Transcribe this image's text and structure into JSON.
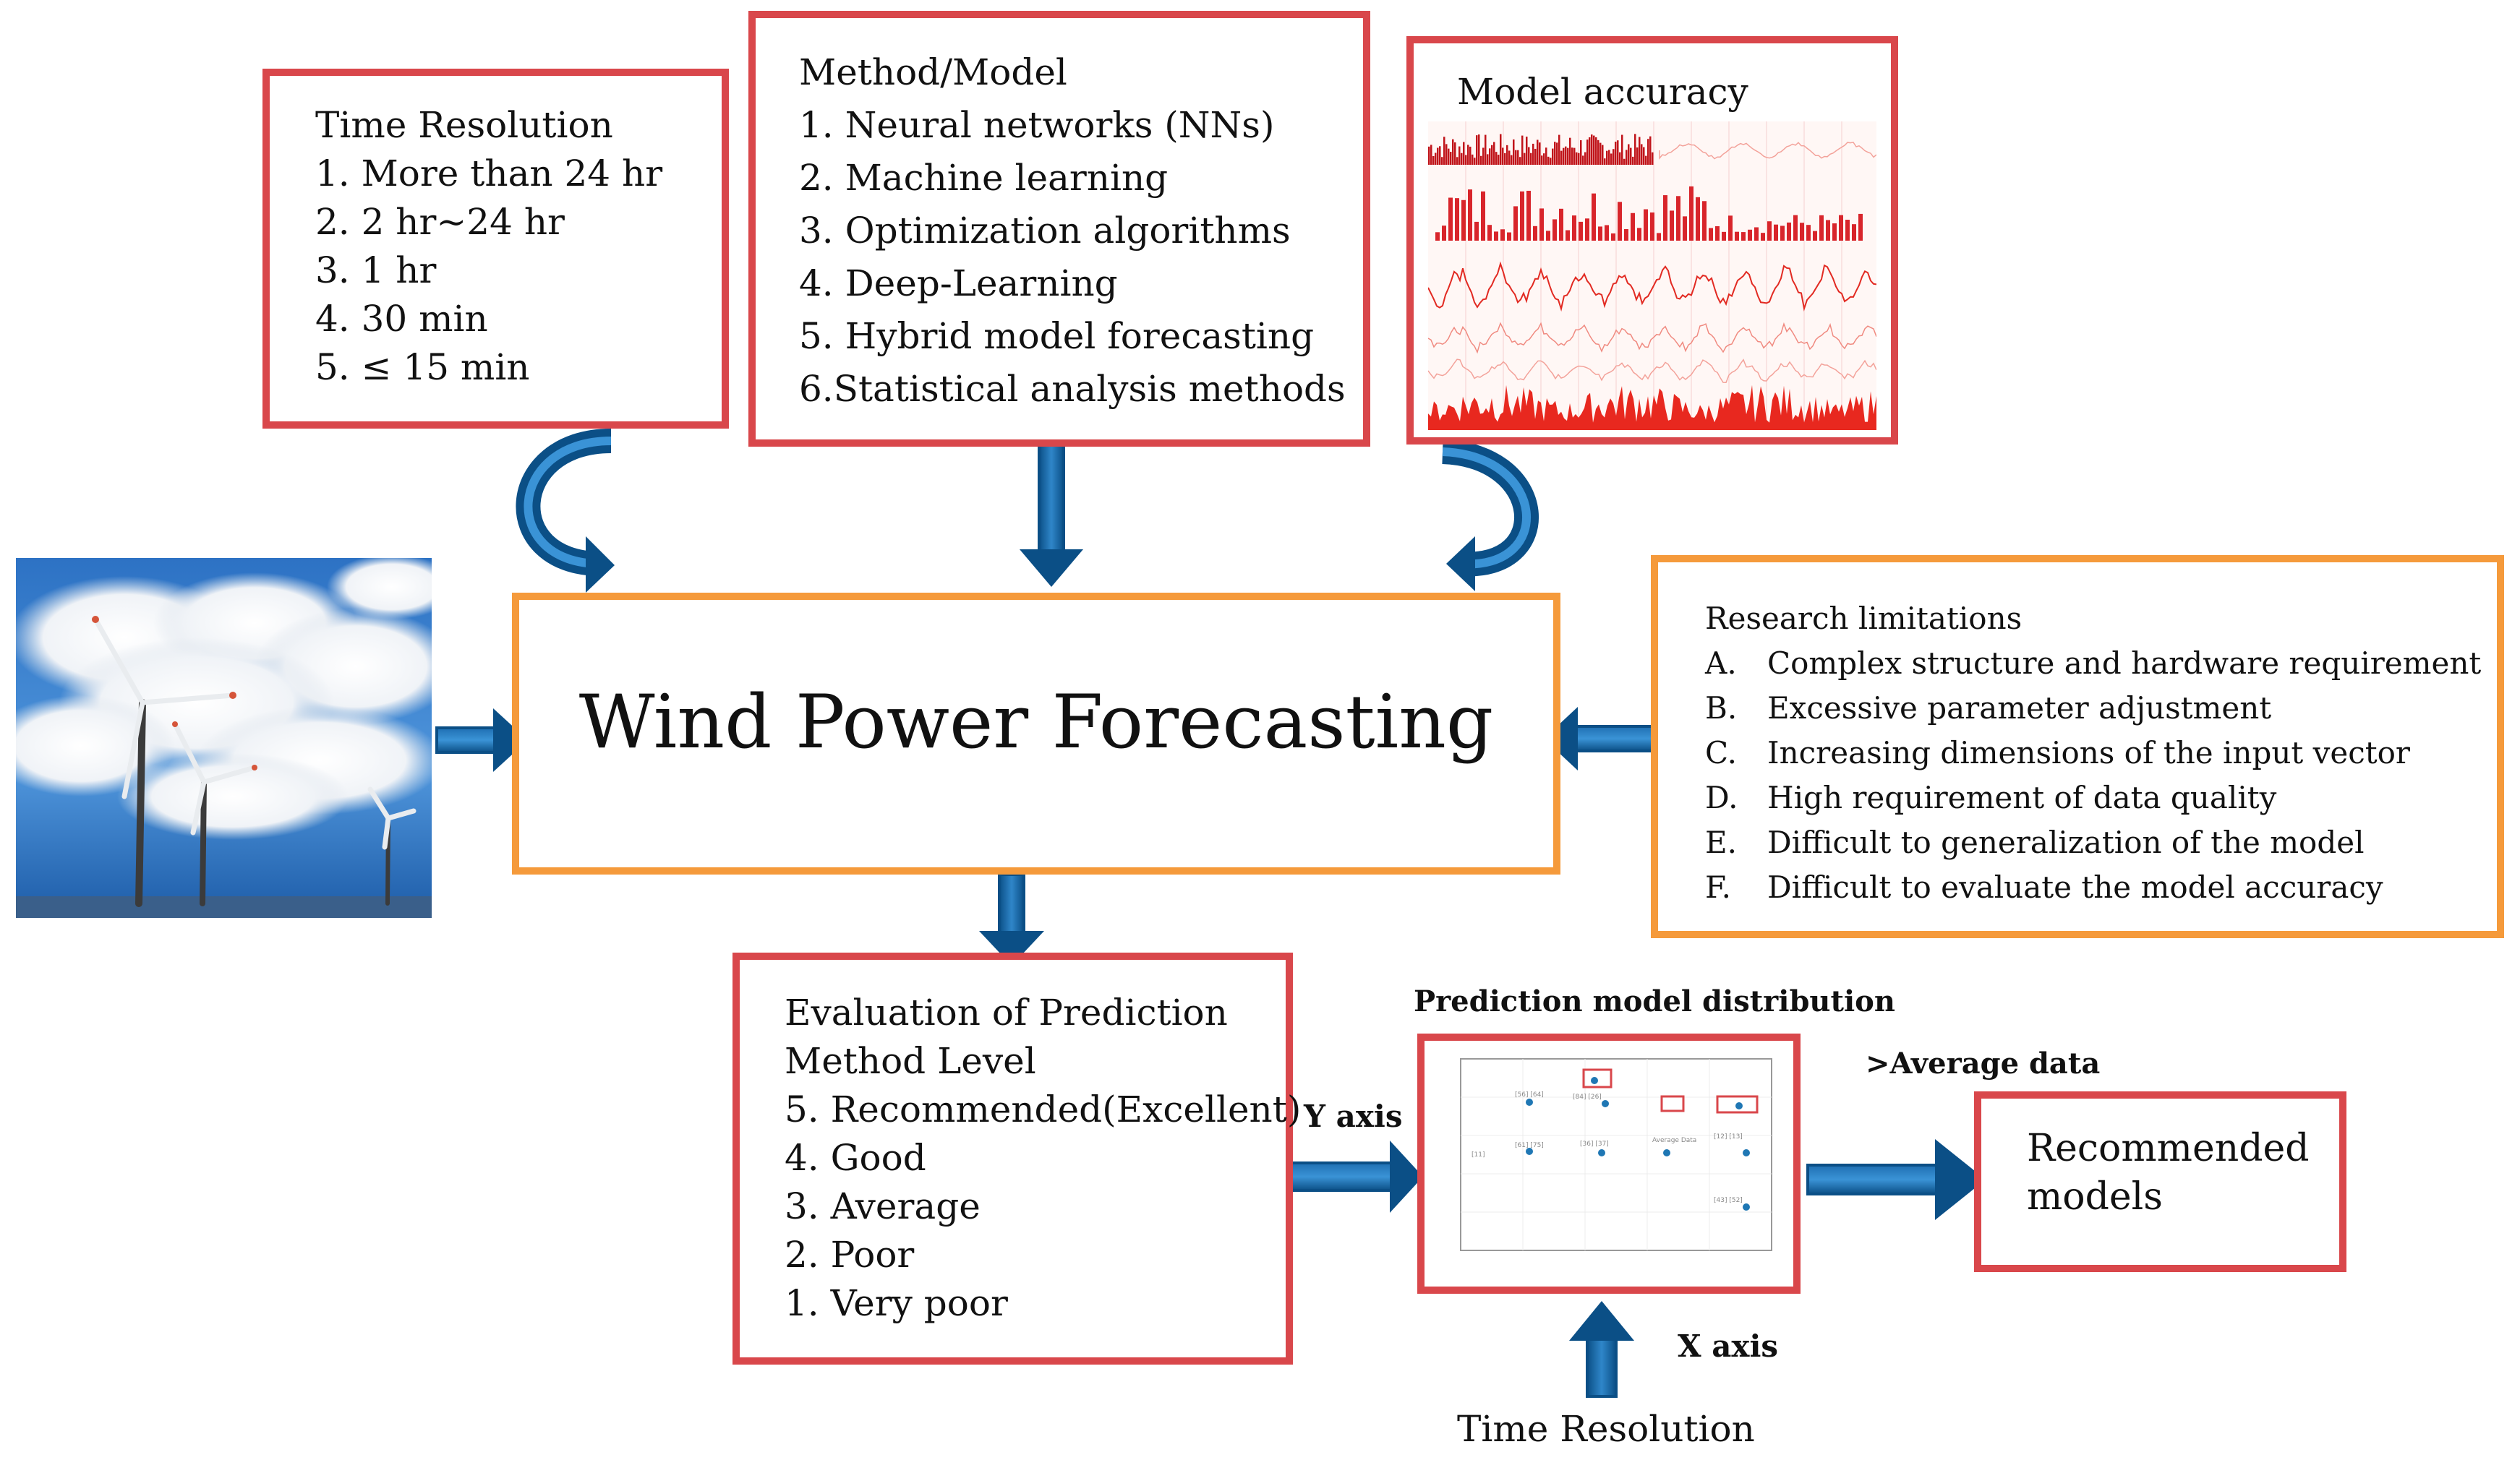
{
  "time_resolution": {
    "title": "Time Resolution",
    "items": [
      "1. More than 24 hr",
      "2. 2 hr~24 hr",
      "3. 1 hr",
      "4. 30 min",
      "5. ≤ 15 min"
    ]
  },
  "method_model": {
    "title": "Method/Model",
    "items": [
      "1. Neural networks (NNs)",
      "2. Machine learning",
      "3. Optimization algorithms",
      "4. Deep-Learning",
      "5. Hybrid model forecasting",
      "6.Statistical analysis methods"
    ]
  },
  "model_accuracy": {
    "title": "Model accuracy"
  },
  "center": {
    "title": "Wind Power Forecasting"
  },
  "research_limitations": {
    "title": "Research limitations",
    "items": [
      {
        "letter": "A.",
        "text": "Complex structure and hardware requirement"
      },
      {
        "letter": "B.",
        "text": "Excessive parameter adjustment"
      },
      {
        "letter": "C.",
        "text": "Increasing dimensions of the input vector"
      },
      {
        "letter": "D.",
        "text": "High requirement of data quality"
      },
      {
        "letter": "E.",
        "text": "Difficult to generalization of the model"
      },
      {
        "letter": "F.",
        "text": "Difficult to evaluate the model accuracy"
      }
    ]
  },
  "evaluation": {
    "title_line1": "Evaluation of Prediction",
    "title_line2": "Method Level",
    "items": [
      "5. Recommended(Excellent)",
      "4. Good",
      "3. Average",
      "2. Poor",
      "1. Very poor"
    ]
  },
  "distribution": {
    "title": "Prediction model distribution",
    "y_axis_label": "Y axis",
    "x_axis_label": "X axis",
    "x_source": "Time Resolution",
    "avg_label": ">Average data"
  },
  "recommended": {
    "line1": "Recommended",
    "line2": "models"
  },
  "colors": {
    "red_border": "#d9474b",
    "orange_border": "#f59a3b",
    "arrow_fill": "#0b4f86",
    "arrow_light": "#2f86c9"
  }
}
